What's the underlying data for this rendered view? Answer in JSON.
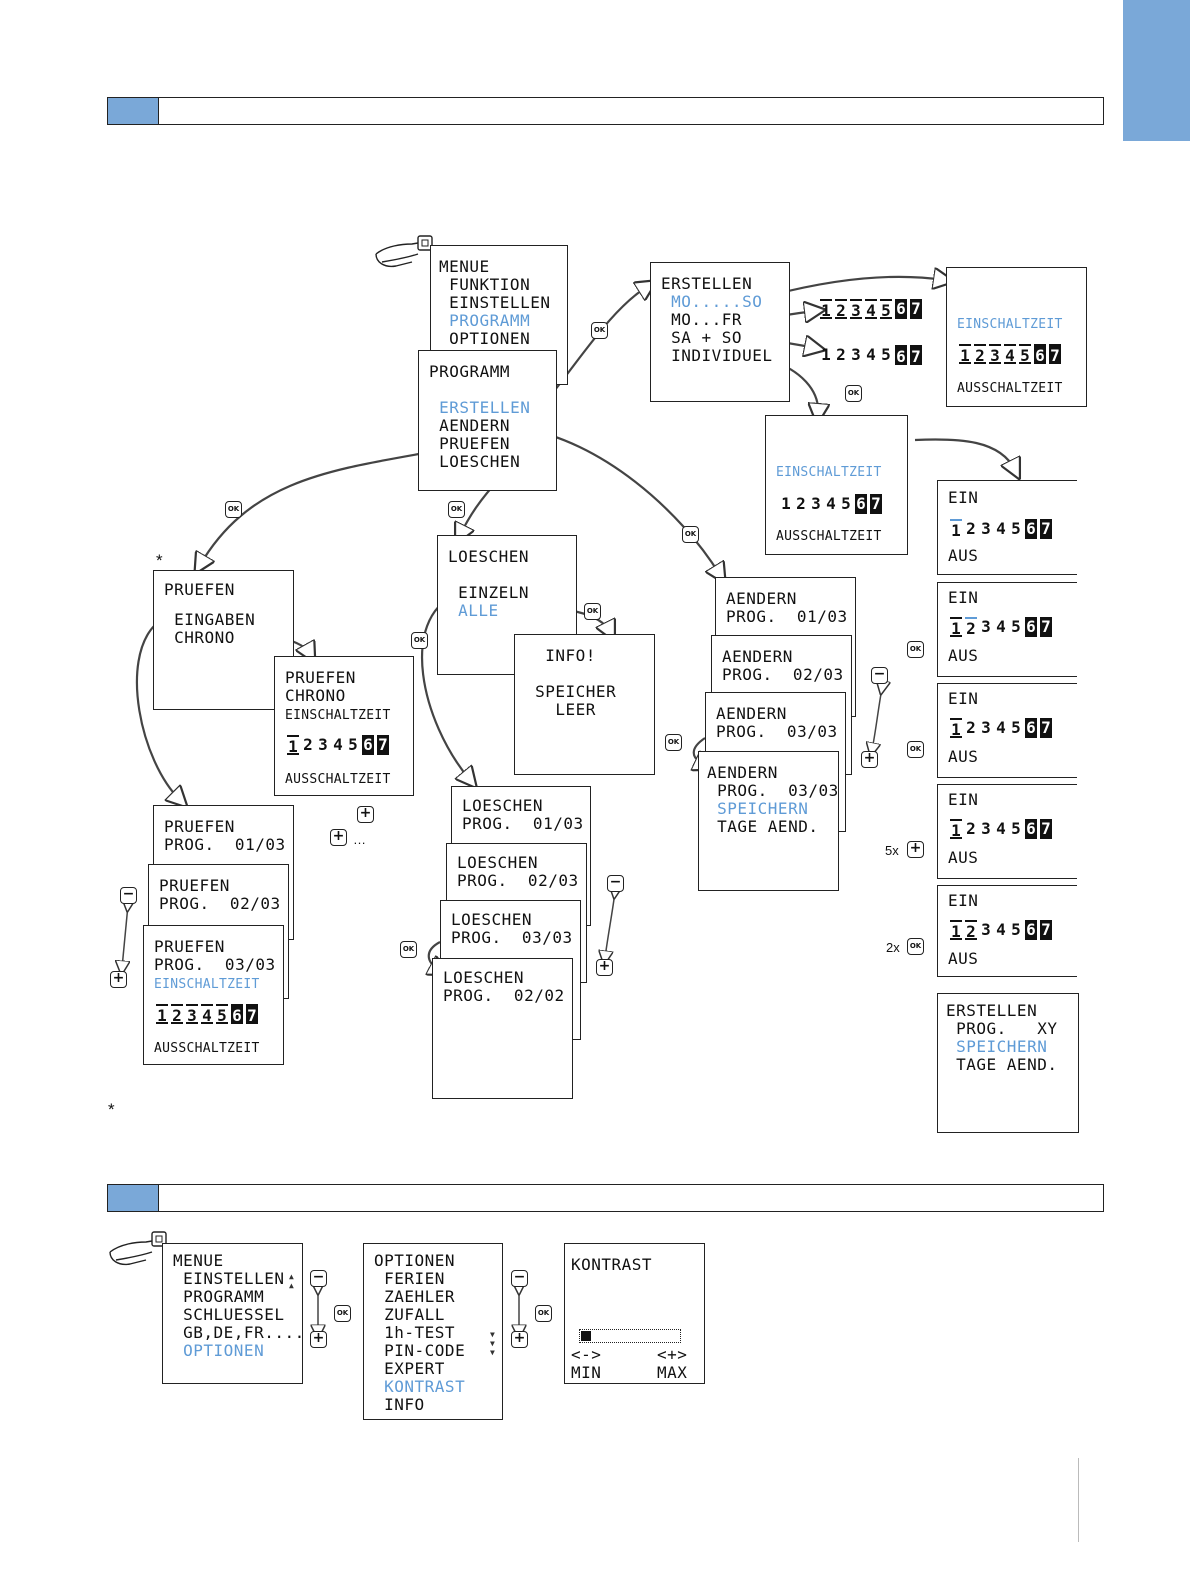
{
  "colors": {
    "accent": "#7aa8d8",
    "highlight_text": "#5f9bd6",
    "ink": "#111111"
  },
  "icons": {
    "hand": "hand-pressing-menu-button-icon",
    "ok": "ok-button-icon",
    "plus": "plus-button-icon",
    "minus": "minus-button-icon"
  },
  "buttons": {
    "ok": "OK",
    "plus": "+",
    "minus": "−"
  },
  "notes": {
    "star": "*",
    "plus_repeat": "…",
    "five_x": "5x",
    "two_x": "2x"
  },
  "days": [
    "1",
    "2",
    "3",
    "4",
    "5",
    "6",
    "7"
  ],
  "menu1": {
    "lines": [
      "MENUE",
      " FUNKTION",
      " EINSTELLEN",
      " PROGRAMM",
      " OPTIONEN"
    ]
  },
  "programm": {
    "lines": [
      "PROGRAMM",
      "",
      " ERSTELLEN",
      " AENDERN",
      " PRUEFEN",
      " LOESCHEN"
    ]
  },
  "erstellen": {
    "lines": [
      "ERSTELLEN",
      " MO.....SO",
      " MO...FR",
      " SA + SO",
      " INDIVIDUEL"
    ]
  },
  "einschalt_top": {
    "on": "EINSCHALTZEIT",
    "off": "AUSSCHALTZEIT"
  },
  "einschalt_mid": {
    "on": "EINSCHALTZEIT",
    "off": "AUSSCHALTZEIT"
  },
  "ein_aus": {
    "on": "EIN",
    "off": "AUS"
  },
  "erstellen_final": {
    "lines": [
      "ERSTELLEN",
      " PROG.   XY",
      " SPEICHERN",
      " TAGE AEND."
    ]
  },
  "pruefen": {
    "lines": [
      "PRUEFEN",
      "",
      " EINGABEN",
      " CHRONO"
    ]
  },
  "pruefen_chrono": {
    "lines": [
      "PRUEFEN",
      "CHRONO"
    ],
    "on": "EINSCHALTZEIT",
    "off": "AUSSCHALTZEIT"
  },
  "pruefen_progs": [
    {
      "lines": [
        "PRUEFEN",
        "PROG.  01/03"
      ]
    },
    {
      "lines": [
        "PRUEFEN",
        "PROG.  02/03"
      ]
    },
    {
      "lines": [
        "PRUEFEN",
        "PROG.  03/03"
      ],
      "on": "EINSCHALTZEIT",
      "off": "AUSSCHALTZEIT"
    }
  ],
  "loeschen": {
    "lines": [
      "LOESCHEN",
      "",
      " EINZELN",
      " ALLE"
    ]
  },
  "info": {
    "lines": [
      "  INFO!",
      "",
      " SPEICHER",
      "   LEER"
    ]
  },
  "loeschen_progs": [
    {
      "lines": [
        "LOESCHEN",
        "PROG.  01/03"
      ]
    },
    {
      "lines": [
        "LOESCHEN",
        "PROG.  02/03"
      ]
    },
    {
      "lines": [
        "LOESCHEN",
        "PROG.  03/03"
      ]
    },
    {
      "lines": [
        "LOESCHEN",
        "PROG.  02/02"
      ]
    }
  ],
  "aendern_progs": [
    {
      "lines": [
        "AENDERN",
        "PROG.  01/03"
      ]
    },
    {
      "lines": [
        "AENDERN",
        "PROG.  02/03"
      ]
    },
    {
      "lines": [
        "AENDERN",
        "PROG.  03/03"
      ]
    },
    {
      "lines": [
        "AENDERN",
        " PROG.  03/03",
        " SPEICHERN",
        " TAGE AEND."
      ]
    }
  ],
  "menu2": {
    "lines": [
      "MENUE",
      " EINSTELLEN",
      " PROGRAMM",
      " SCHLUESSEL",
      " GB,DE,FR....",
      " OPTIONEN"
    ]
  },
  "optionen": {
    "lines": [
      "OPTIONEN",
      " FERIEN",
      " ZAEHLER",
      " ZUFALL",
      " 1h-TEST",
      " PIN-CODE",
      " EXPERT",
      " KONTRAST",
      " INFO"
    ]
  },
  "kontrast": {
    "title": "KONTRAST",
    "minus": "<->",
    "plus": "<+>",
    "min": "MIN",
    "max": "MAX",
    "level": 0.1
  }
}
